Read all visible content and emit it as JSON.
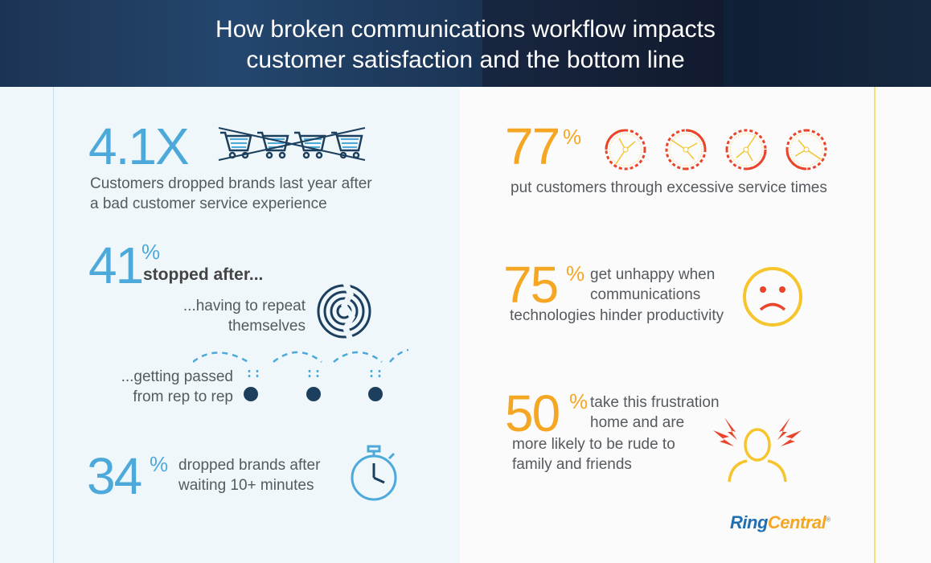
{
  "header": {
    "title_line1": "How broken communications workflow impacts",
    "title_line2": "customer satisfaction and the bottom line"
  },
  "left": {
    "stat1": {
      "value": "4.1X",
      "line1": "Customers dropped brands last year after",
      "line2": "a bad customer service experience",
      "icon": "crossed-shopping-carts"
    },
    "stat2": {
      "value": "41",
      "unit": "%",
      "heading": "stopped after...",
      "reason1_line1": "...having to repeat",
      "reason1_line2": "themselves",
      "reason2_line1": "...getting passed",
      "reason2_line2": "from rep to rep",
      "icons": [
        "broken-spiral",
        "bouncing-path"
      ]
    },
    "stat3": {
      "value": "34",
      "unit": "%",
      "line1": "dropped brands after",
      "line2": "waiting 10+ minutes",
      "icon": "stopwatch"
    }
  },
  "right": {
    "stat1": {
      "value": "77",
      "unit": "%",
      "line1": "put customers through excessive service times",
      "icon": "clocks"
    },
    "stat2": {
      "value": "75",
      "unit": "%",
      "line1": "get unhappy when",
      "line2": "communications",
      "line3": "technologies hinder productivity",
      "icon": "sad-face"
    },
    "stat3": {
      "value": "50",
      "unit": "%",
      "line1": "take this frustration",
      "line2": "home and are",
      "line3": "more likely to be rude to",
      "line4": "family and friends",
      "icon": "angry-person"
    }
  },
  "logo": {
    "part1": "Ring",
    "part2": "Central",
    "mark": "®"
  },
  "colors": {
    "blue": "#4ca9da",
    "orange": "#f5a623",
    "navy": "#1d3f5e",
    "red": "#e8452c"
  }
}
